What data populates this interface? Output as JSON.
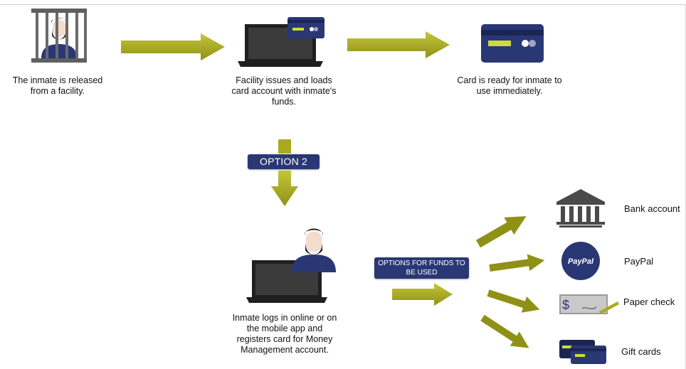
{
  "colors": {
    "arrow": "#a9ab1e",
    "navy": "#2a3775",
    "laptop_frame": "#1f1f1f",
    "laptop_screen": "#3a3a3a",
    "card_stripe": "#cddc39",
    "paypal": "#2a3775"
  },
  "steps": {
    "released": "The inmate is released from a facility.",
    "issues": "Facility issues and loads card account with inmate's funds.",
    "ready": "Card is ready for inmate to use immediately.",
    "registers": "Inmate logs in online or on the mobile app and registers card for Money Management account."
  },
  "badges": {
    "option2": "OPTION 2",
    "options_funds": "OPTIONS FOR FUNDS TO BE USED"
  },
  "destinations": [
    {
      "label": "Bank account",
      "icon": "bank-icon"
    },
    {
      "label": "PayPal",
      "icon": "paypal-icon",
      "icon_text": "PayPal"
    },
    {
      "label": "Paper check",
      "icon": "paper-check-icon",
      "icon_text": "$"
    },
    {
      "label": "Gift cards",
      "icon": "gift-cards-icon"
    }
  ]
}
